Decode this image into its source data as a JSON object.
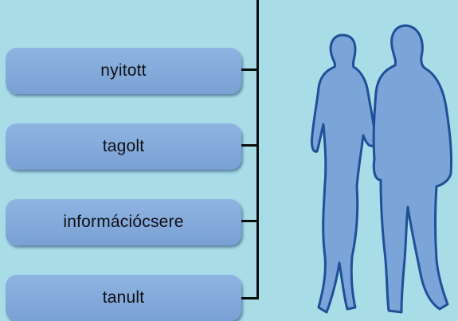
{
  "items": [
    {
      "label": "nyitott"
    },
    {
      "label": "tagolt"
    },
    {
      "label": "információcsere"
    },
    {
      "label": "tanult"
    }
  ],
  "colors": {
    "background": "#a8dde8",
    "box_fill": "#7aa1d4",
    "silhouette_fill": "#7ba4d8",
    "silhouette_stroke": "#1f4f96",
    "connector": "#0d0d0d"
  },
  "icons": {
    "figure": "people-silhouette-icon"
  }
}
